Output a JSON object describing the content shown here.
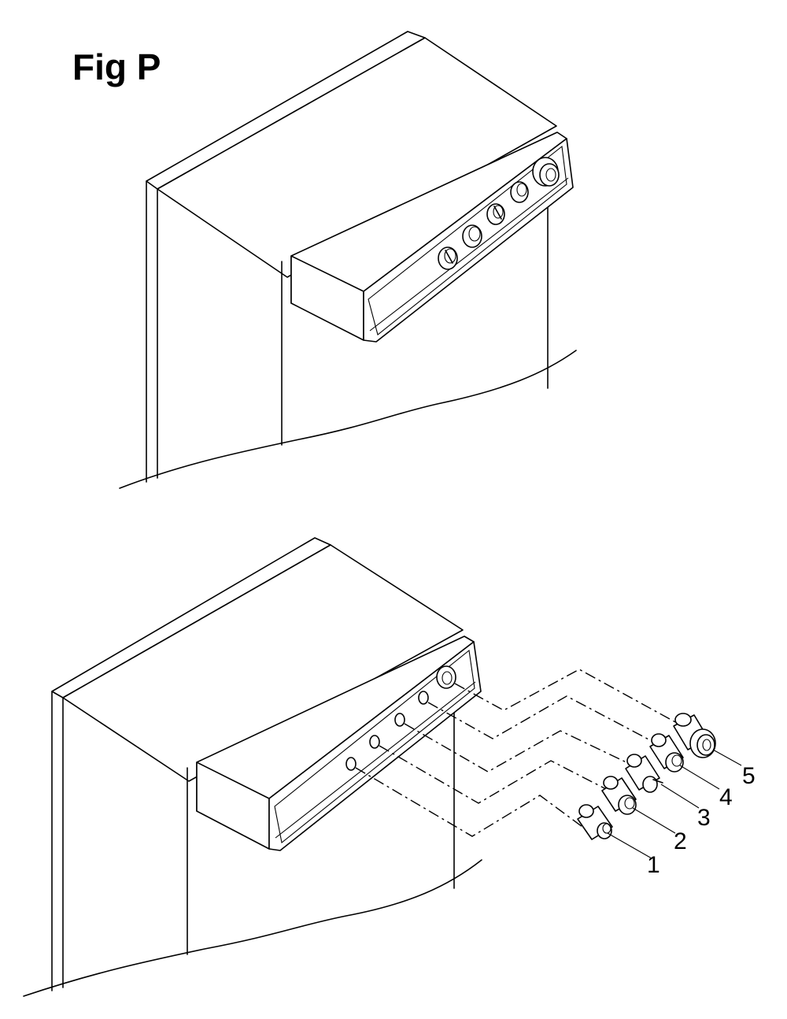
{
  "figure": {
    "title": "Fig P",
    "callouts": [
      "1",
      "2",
      "3",
      "4",
      "5"
    ]
  }
}
